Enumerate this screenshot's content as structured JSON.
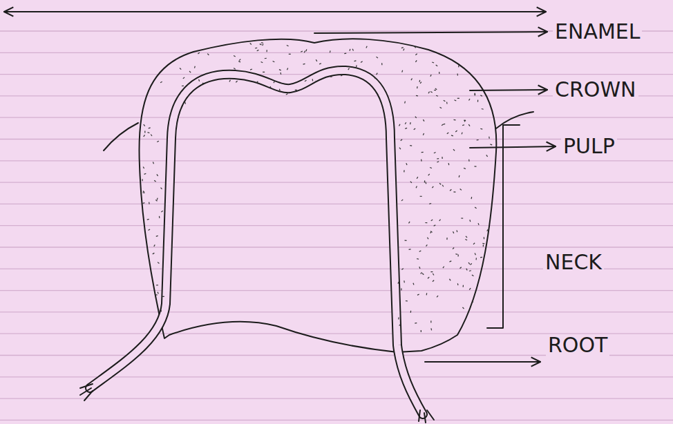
{
  "diagram": {
    "labels": [
      "ENAMEL",
      "CROWN",
      "PULP",
      "NECK",
      "ROOT"
    ]
  }
}
